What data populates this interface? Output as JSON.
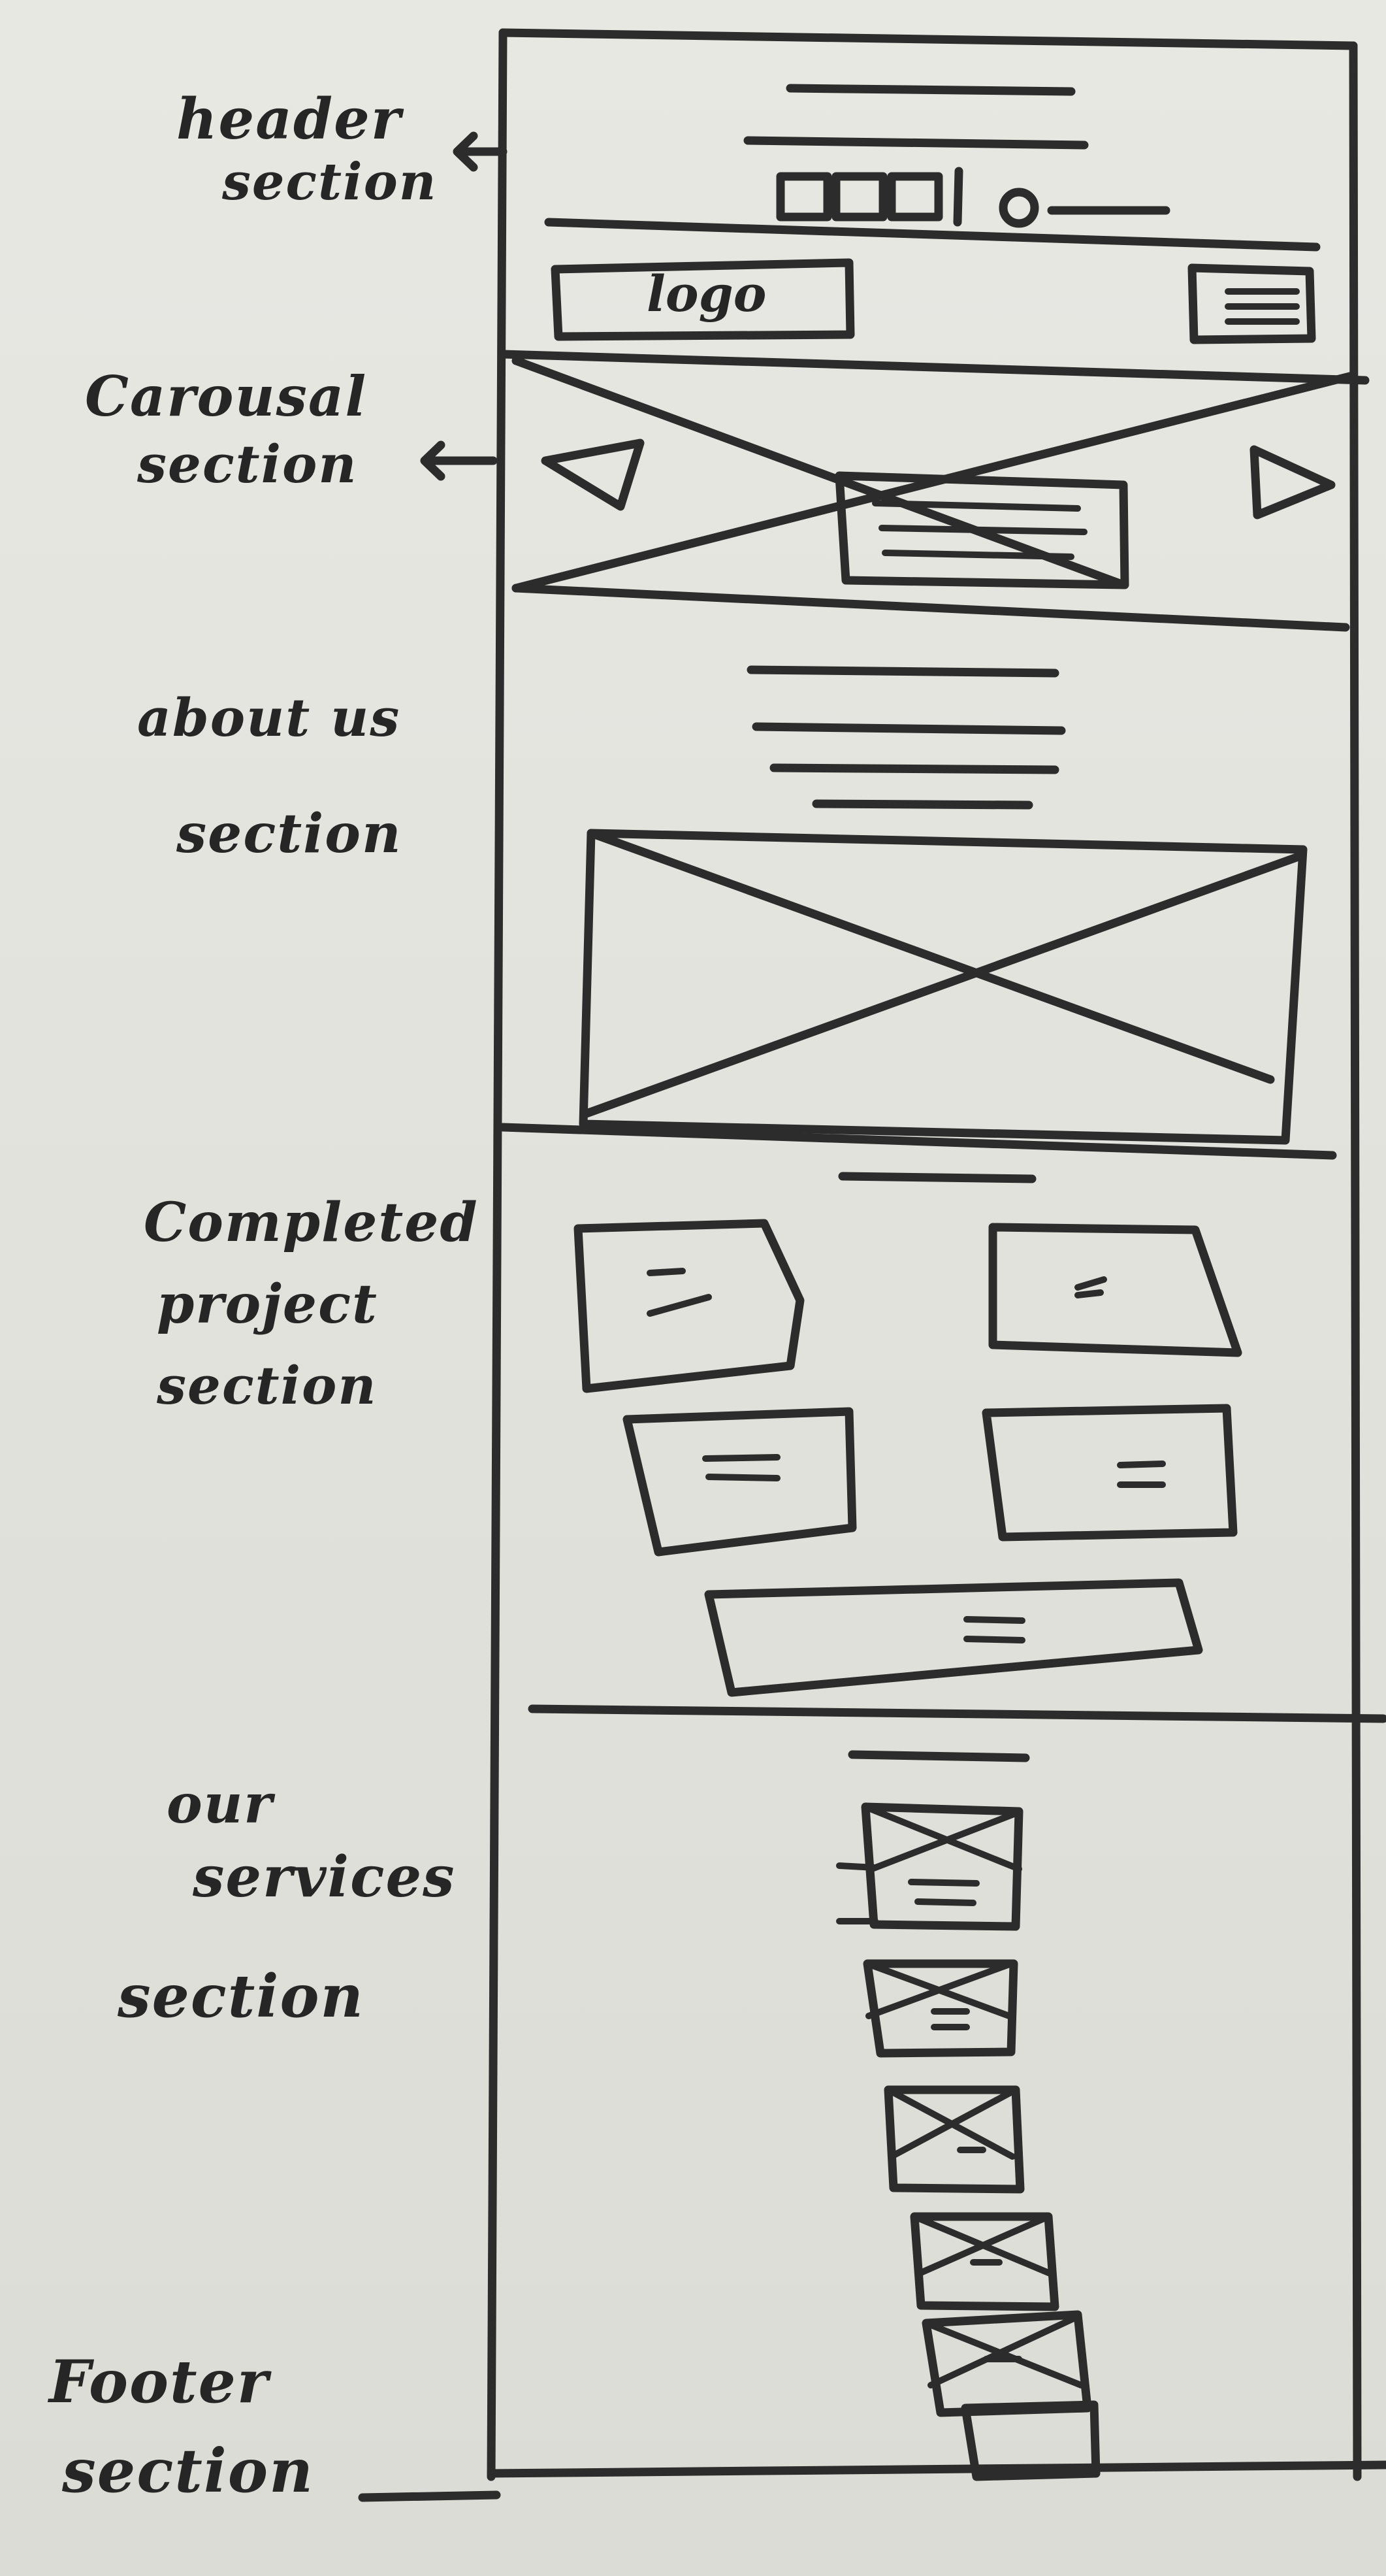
{
  "annotations": {
    "header": [
      "header",
      "section"
    ],
    "carousel": [
      "Carousal",
      "section"
    ],
    "about": [
      "about us",
      "section"
    ],
    "projects": [
      "Completed",
      "project",
      "section"
    ],
    "services": [
      "our",
      "services",
      "section"
    ],
    "footer": [
      "Footer",
      "section"
    ]
  },
  "wireframe": {
    "logo_label": "logo"
  }
}
